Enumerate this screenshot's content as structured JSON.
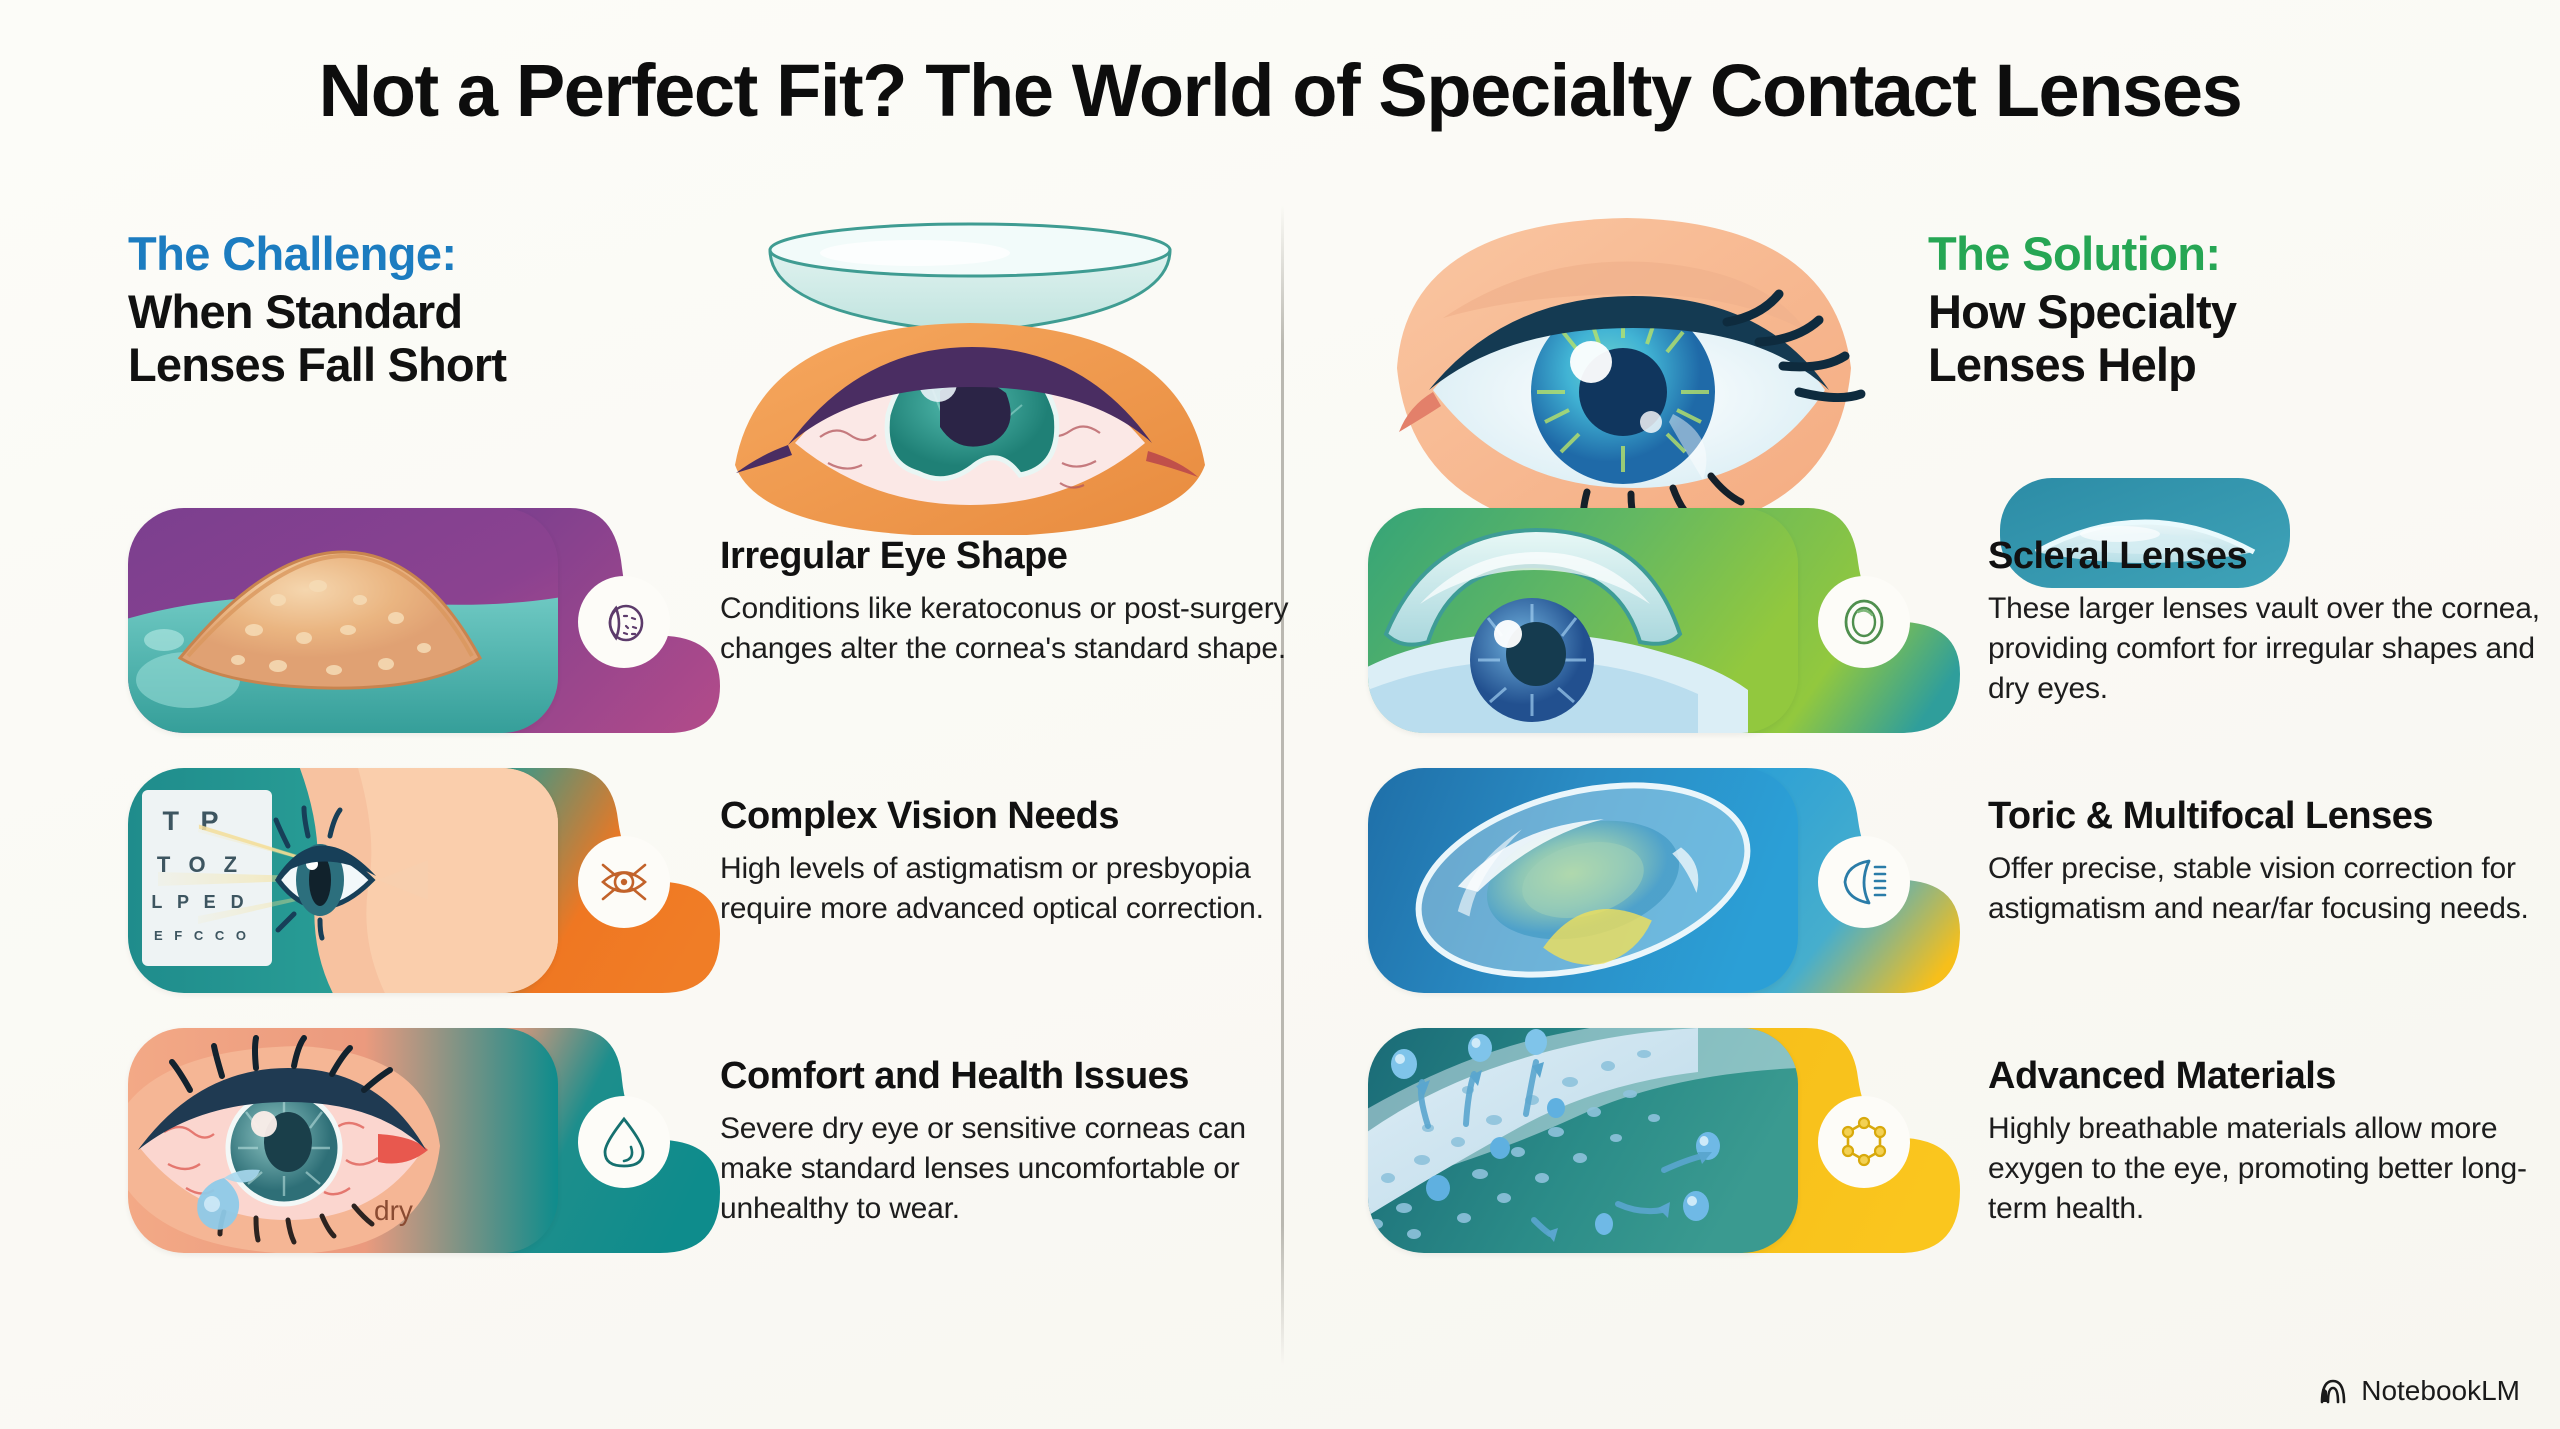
{
  "title": "Not a Perfect Fit? The World of Specialty Contact Lenses",
  "colors": {
    "challenge_accent": "#1c7cc0",
    "solution_accent": "#26a654",
    "background": "#fbfaf6",
    "heading_text": "#111111"
  },
  "columns": {
    "challenge": {
      "eyebrow": "The Challenge:",
      "title_line1": "When Standard",
      "title_line2": "Lenses Fall Short",
      "hero_illustration": "eye-with-contact-lens-above",
      "items": [
        {
          "heading": "Irregular Eye Shape",
          "body": "Conditions like keratoconus or post-surgery changes alter the cornea's standard shape.",
          "icon": "cornea-cone-icon",
          "illustration": "keratoconus-cornea-bulge",
          "gradient_from": "#7b3f8f",
          "gradient_to": "#2fa8a0",
          "badge_color": "#7b3f8f"
        },
        {
          "heading": "Complex Vision Needs",
          "body": "High levels of astigmatism or presbyopia require more advanced optical correction.",
          "icon": "blurred-vision-eye-icon",
          "illustration": "eye-chart-with-light-rays",
          "gradient_from": "#1f8c8c",
          "gradient_to": "#ef7722",
          "badge_color": "#ef7722",
          "eye_chart_rows": [
            "T P",
            "T O Z",
            "L P E D",
            "E F C C O"
          ]
        },
        {
          "heading": "Comfort and Health Issues",
          "body": "Severe dry eye or sensitive corneas can make standard lenses uncomfortable or unhealthy to wear.",
          "icon": "tear-drop-icon",
          "illustration": "red-irritated-eye-with-tear",
          "label": "dry",
          "gradient_from": "#f0997a",
          "gradient_to": "#0e8c8c",
          "badge_color": "#0e8c8c"
        }
      ]
    },
    "solution": {
      "eyebrow": "The Solution:",
      "title_line1": "How Specialty",
      "title_line2": "Lenses Help",
      "hero_illustration": "healthy-blue-green-eye",
      "lens_chip_illustration": "scleral-lens-profile",
      "items": [
        {
          "heading": "Scleral Lenses",
          "body": "These larger lenses vault over the cornea, providing comfort for irregular shapes and dry eyes.",
          "icon": "lens-ring-icon",
          "illustration": "scleral-lens-vaulting-over-cornea",
          "gradient_from": "#35a478",
          "gradient_to": "#92c83e",
          "badge_color": "#92c83e"
        },
        {
          "heading": "Toric & Multifocal Lenses",
          "body": "Offer precise, stable vision correction for astigmatism and near/far focusing needs.",
          "icon": "multifocal-lens-icon",
          "illustration": "toric-multifocal-lens-closeup",
          "gradient_from": "#1f6fa8",
          "gradient_to": "#2b9fd6",
          "badge_color": "#2b9fd6"
        },
        {
          "heading": "Advanced Materials",
          "body": "Highly breathable materials allow more exygen to the eye, promoting better long-term health.",
          "icon": "molecule-hexagon-icon",
          "illustration": "porous-breathable-material-oxygen-flow",
          "gradient_from": "#1a6b77",
          "gradient_to": "#f7bf1a",
          "badge_color": "#f7bf1a"
        }
      ]
    }
  },
  "watermark": {
    "label": "NotebookLM",
    "icon": "notebooklm-logo-icon"
  }
}
